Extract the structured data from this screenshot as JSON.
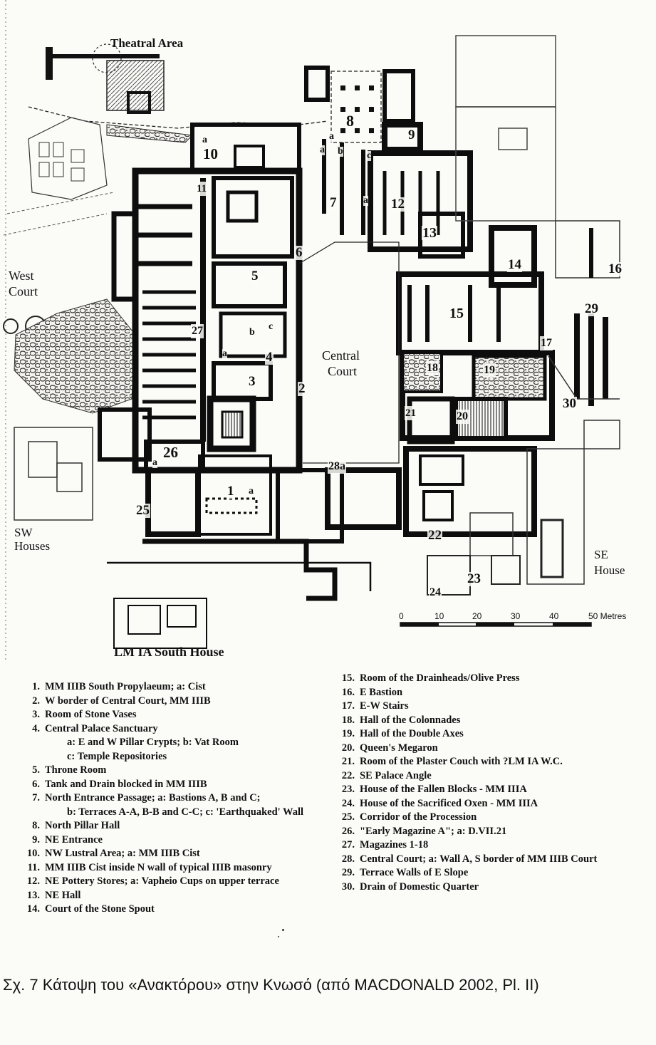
{
  "map": {
    "area_labels": {
      "theatral_area": "Theatral Area",
      "west_court_line1": "West",
      "west_court_line2": "Court",
      "central_court_line1": "Central",
      "central_court_line2": "Court",
      "sw_houses_line1": "SW",
      "sw_houses_line2": "Houses",
      "se_house_line1": "SE",
      "se_house_line2": "House",
      "south_house": "LM IA South House"
    },
    "room_numbers": [
      "1",
      "2",
      "3",
      "4",
      "5",
      "6",
      "7",
      "8",
      "9",
      "10",
      "11",
      "12",
      "13",
      "14",
      "15",
      "16",
      "17",
      "18",
      "19",
      "20",
      "21",
      "22",
      "23",
      "24",
      "25",
      "26",
      "27",
      "28a",
      "29",
      "30"
    ],
    "sub_letters": [
      "a",
      "b",
      "c",
      "a",
      "a",
      "b",
      "c",
      "a",
      "a",
      "a",
      "a"
    ],
    "scale": {
      "ticks": [
        "0",
        "10",
        "20",
        "30",
        "40",
        "50 Metres"
      ],
      "unit": "Metres"
    }
  },
  "legend_left": [
    {
      "num": "1.",
      "text": "MM IIIB South Propylaeum; a: Cist"
    },
    {
      "num": "2.",
      "text": "W border of Central Court, MM IIIB"
    },
    {
      "num": "3.",
      "text": "Room of Stone Vases"
    },
    {
      "num": "4.",
      "text": "Central Palace Sanctuary"
    },
    {
      "num": "",
      "text": "a: E and W Pillar Crypts; b: Vat Room"
    },
    {
      "num": "",
      "text": "c: Temple Repositories"
    },
    {
      "num": "5.",
      "text": "Throne Room"
    },
    {
      "num": "6.",
      "text": "Tank and Drain blocked in MM IIIB"
    },
    {
      "num": "7.",
      "text": "North Entrance Passage; a: Bastions A, B and C;"
    },
    {
      "num": "",
      "text": "b: Terraces A-A, B-B and C-C; c: 'Earthquaked' Wall"
    },
    {
      "num": "8.",
      "text": "North Pillar Hall"
    },
    {
      "num": "9.",
      "text": "NE Entrance"
    },
    {
      "num": "10.",
      "text": "NW Lustral Area; a: MM IIIB Cist"
    },
    {
      "num": "11.",
      "text": "MM IIIB Cist inside N wall of typical IIIB masonry"
    },
    {
      "num": "12.",
      "text": "NE Pottery Stores; a: Vapheio Cups on upper terrace"
    },
    {
      "num": "13.",
      "text": "NE Hall"
    },
    {
      "num": "14.",
      "text": "Court of the Stone Spout"
    }
  ],
  "legend_right": [
    {
      "num": "15.",
      "text": "Room of the Drainheads/Olive Press"
    },
    {
      "num": "16.",
      "text": "E Bastion"
    },
    {
      "num": "17.",
      "text": "E-W Stairs"
    },
    {
      "num": "18.",
      "text": "Hall of the Colonnades"
    },
    {
      "num": "19.",
      "text": "Hall of the Double Axes"
    },
    {
      "num": "20.",
      "text": "Queen's Megaron"
    },
    {
      "num": "21.",
      "text": "Room of the Plaster Couch with ?LM IA W.C."
    },
    {
      "num": "22.",
      "text": "SE Palace Angle"
    },
    {
      "num": "23.",
      "text": "House of the Fallen Blocks - MM IIIA"
    },
    {
      "num": "24.",
      "text": "House of the Sacrificed Oxen - MM IIIA"
    },
    {
      "num": "25.",
      "text": "Corridor of the Procession"
    },
    {
      "num": "26.",
      "text": "\"Early Magazine A\"; a: D.VII.21"
    },
    {
      "num": "27.",
      "text": "Magazines 1-18"
    },
    {
      "num": "28.",
      "text": "Central Court; a: Wall A, S border of MM IIIB Court"
    },
    {
      "num": "29.",
      "text": "Terrace Walls of E Slope"
    },
    {
      "num": "30.",
      "text": "Drain of Domestic Quarter"
    }
  ],
  "caption": "Σχ. 7   Κάτοψη του «Ανακτόρου» στην Κνωσό (από MACDONALD 2002, Pl. II)"
}
